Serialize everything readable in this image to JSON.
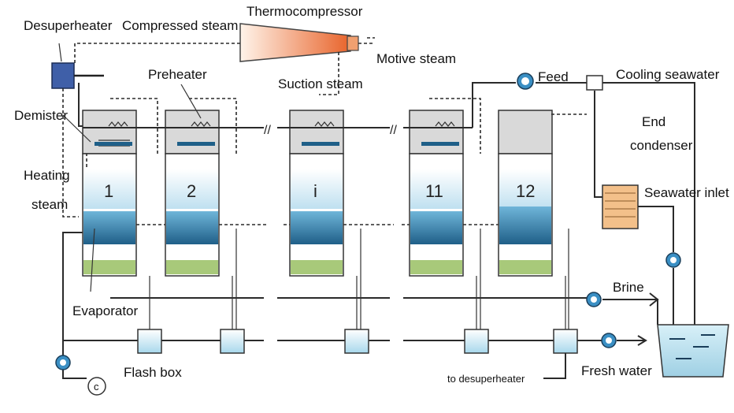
{
  "labels": {
    "desuperheater": "Desuperheater",
    "compressed_steam": "Compressed steam",
    "thermocompressor": "Thermocompressor",
    "motive_steam": "Motive steam",
    "preheater": "Preheater",
    "suction_steam": "Suction steam",
    "feed": "Feed",
    "cooling_seawater": "Cooling seawater",
    "demister": "Demister",
    "end_condenser_line1": "End",
    "end_condenser_line2": "condenser",
    "heating_steam_line1": "Heating",
    "heating_steam_line2": "steam",
    "seawater_inlet": "Seawater inlet",
    "brine": "Brine",
    "evaporator": "Evaporator",
    "flash_box": "Flash box",
    "to_desuperheater": "to desuperheater",
    "fresh_water": "Fresh water",
    "c": "c"
  },
  "effects": [
    "1",
    "2",
    "i",
    "11",
    "12"
  ],
  "colors": {
    "vessel_top": "#d9d9d9",
    "water": "#cfe8f5",
    "tubes": "#2f7fb0",
    "green_base": "#a8c97a",
    "thermocompressor": "#e8632a",
    "condenser": "#f3c08a",
    "tank": "#bfe3ef",
    "desuperheater": "#3f5fa8"
  }
}
